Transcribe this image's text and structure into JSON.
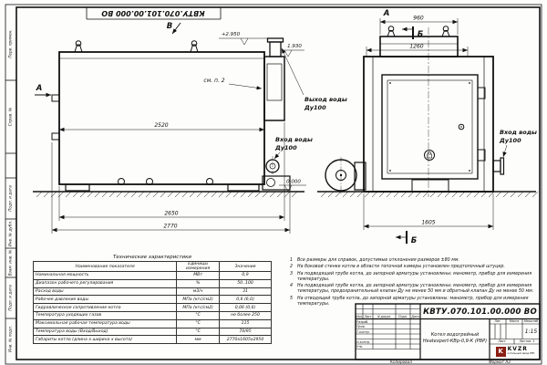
{
  "sheet": {
    "designation_top": "КВТУ.070.101.00.000 ВО",
    "copied_label": "Копировал",
    "format_label": "Формат А3"
  },
  "stamps": {
    "perv": "Перв. примен.",
    "sprav": "Справ. №",
    "podp1": "Подп. и дата",
    "inv_dubl": "Инв. № дубл.",
    "vzam": "Взам. инв. №",
    "podp2": "Подп. и дата",
    "inv_podl": "Инв. № подл."
  },
  "side_view": {
    "view_label": "В",
    "dir_label": "А",
    "level_top": "+2.950",
    "level_pipe": "1.930",
    "level_zero": "0.000",
    "see_note": "см. п. 2",
    "dim_inner": "2520",
    "dim_mid": "2650",
    "dim_full": "2770",
    "outlet_line1": "Выход воды",
    "outlet_line2": "Ду100",
    "inlet_line1": "Вход воды",
    "inlet_line2": "Ду100"
  },
  "front_view": {
    "view_label": "А",
    "section_top": "Б",
    "section_bottom": "Б",
    "dim_top": "960",
    "dim_mid": "1260",
    "dim_full": "1605",
    "inlet_line1": "Вход воды",
    "inlet_line2": "Ду100"
  },
  "tech_table": {
    "title": "Технические характеристики",
    "headers": [
      "Наименование показателя",
      "Единицы измерения",
      "Значение"
    ],
    "rows": [
      {
        "name": "Номинальная мощность",
        "unit": "МВт",
        "value": "0,9"
      },
      {
        "name": "Диапазон рабочего регулирования",
        "unit": "%",
        "value": "50..100"
      },
      {
        "name": "Расход воды",
        "unit": "м3/ч",
        "value": "31"
      },
      {
        "name": "Рабочее давление воды",
        "unit": "МПа (кгс/см2)",
        "value": "0,6 (6,0)"
      },
      {
        "name": "Гидравлическое сопротивление котла",
        "unit": "МПа (кгс/см2)",
        "value": "0,06 (0,6)"
      },
      {
        "name": "Температура уходящих газов",
        "unit": "°С",
        "value": "не более 250"
      },
      {
        "name": "Максимальная рабочая температура воды",
        "unit": "°С",
        "value": "115"
      },
      {
        "name": "Температура воды (Вход/Выход)",
        "unit": "°С",
        "value": "70/95"
      },
      {
        "name": "Габариты котла (длина х ширина х высота)",
        "unit": "мм",
        "value": "2770х1605х2950"
      }
    ]
  },
  "notes": {
    "items": [
      {
        "num": "1",
        "text": "Все размеры для справок, допустимые отклонения размеров ±80 мм."
      },
      {
        "num": "2",
        "text": "На боковой стенке котла в области топочной камеры установлен предтопочный штуцер."
      },
      {
        "num": "3",
        "text": "На подводящей трубе котла, до запорной арматуры установлены: манометр, прибор для измерения температуры."
      },
      {
        "num": "4",
        "text": "На подводящей трубе котла, до запорной арматуры установлены: манометр, прибор для измерения температуры, предохранительный клапан Ду не менее 50 мм и обратный клапан Ду не менее 50 мм."
      },
      {
        "num": "5",
        "text": "На отводящей трубе котла, до запорной арматуры установлены: манометр, прибор для измерения температуры."
      }
    ]
  },
  "title_block": {
    "designation": "КВТУ.070.101.00.000 ВО",
    "product_name": "Котел водогрейный Heatexpert-КВр-0,9-К (РВР)",
    "hdr_izm": "Изм.",
    "hdr_list": "Лист",
    "hdr_doc": "N докум.",
    "hdr_sign": "Подп.",
    "hdr_date": "Дата",
    "row_razrab": "Разраб.",
    "row_prov": "Пров.",
    "row_tkontr": "Т.контр.",
    "row_nkontr": "Н.контр.",
    "row_utv": "Утв.",
    "lit_label": "Лит.",
    "mass_label": "Масса",
    "scale_label": "Масштаб",
    "scale_value": "1:15",
    "list_label": "Лист",
    "listov_label": "Листов",
    "listov_value": "1",
    "logo_mark": "KVZR",
    "logo_sub": "котельный завод РЭП"
  }
}
